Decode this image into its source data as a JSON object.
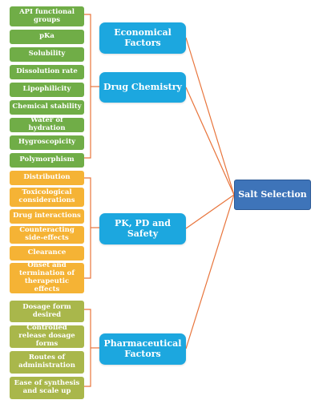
{
  "center": {
    "label": "Salt Selection"
  },
  "categories": {
    "economical": "Economical Factors",
    "drug_chemistry": "Drug Chemistry",
    "pk_pd": "PK, PD and Safety",
    "pharmaceutical": "Pharmaceutical Factors"
  },
  "drug_chemistry_items": [
    "API functional groups",
    "pKa",
    "Solubility",
    "Dissolution rate",
    "Lipophilicity",
    "Chemical stability",
    "Water of hydration",
    "Hygroscopicity",
    "Polymorphism"
  ],
  "pk_pd_items": [
    "Distribution",
    "Toxicological considerations",
    "Drug interactions",
    "Counteracting side-effects",
    "Clearance",
    "Onset and termination of therapeutic effects"
  ],
  "pharmaceutical_items": [
    "Dosage form desired",
    "Controlled release dosage forms",
    "Routes of administration",
    "Ease of synthesis and scale up"
  ],
  "colors": {
    "connector": "#e8743b",
    "category": "#1ca7df",
    "center": "#3e74b9",
    "group_green": "#70ad47",
    "group_orange": "#f5b335",
    "group_olive": "#a9b74b"
  }
}
